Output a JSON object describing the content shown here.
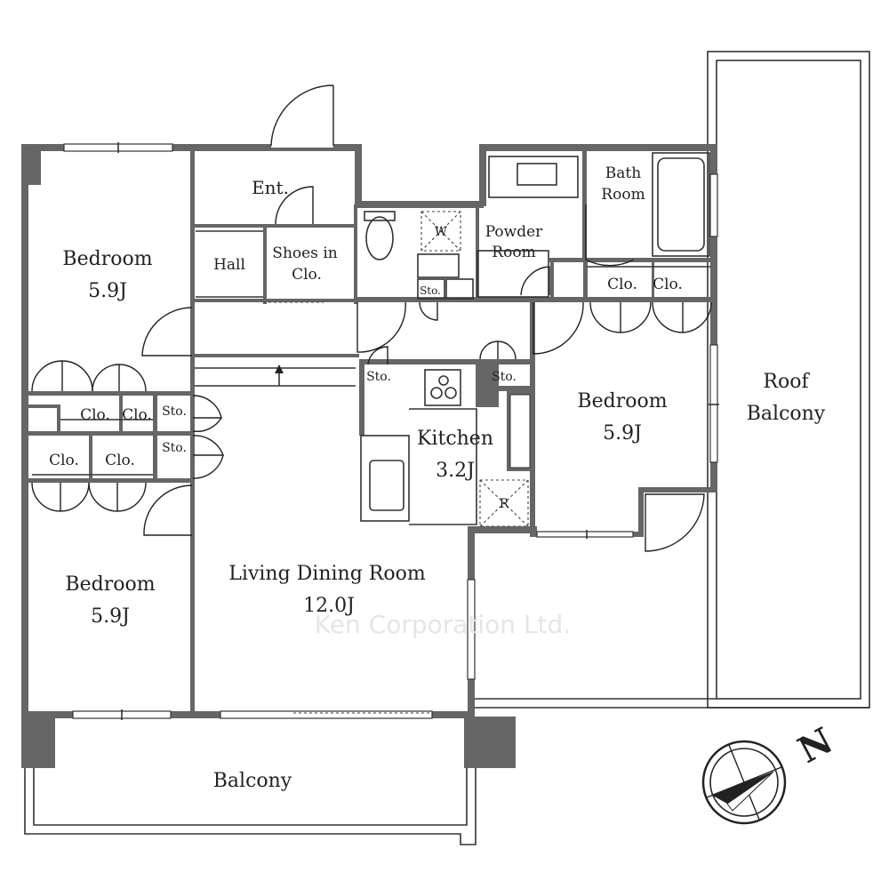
{
  "rooms": {
    "bedroom_nw": {
      "name": "Bedroom",
      "size": "5.9J"
    },
    "bedroom_sw": {
      "name": "Bedroom",
      "size": "5.9J"
    },
    "bedroom_e": {
      "name": "Bedroom",
      "size": "5.9J"
    },
    "entrance": "Ent.",
    "hall": "Hall",
    "shoes_closet": [
      "Shoes in",
      "Clo."
    ],
    "bath_room": [
      "Bath",
      "Room"
    ],
    "powder_room": [
      "Powder",
      "Room"
    ],
    "washer": "W",
    "fridge": "R",
    "kitchen": {
      "name": "Kitchen",
      "size": "3.2J"
    },
    "living": {
      "name": "Living Dining Room",
      "size": "12.0J"
    },
    "roof_balcony": [
      "Roof",
      "Balcony"
    ],
    "balcony": "Balcony",
    "closet": "Clo.",
    "storage": "Sto."
  },
  "watermark": "Ken Corporation Ltd.",
  "compass": {
    "label": "N"
  },
  "colors": {
    "wall": "#666666",
    "line": "#333333",
    "background": "#ffffff"
  }
}
